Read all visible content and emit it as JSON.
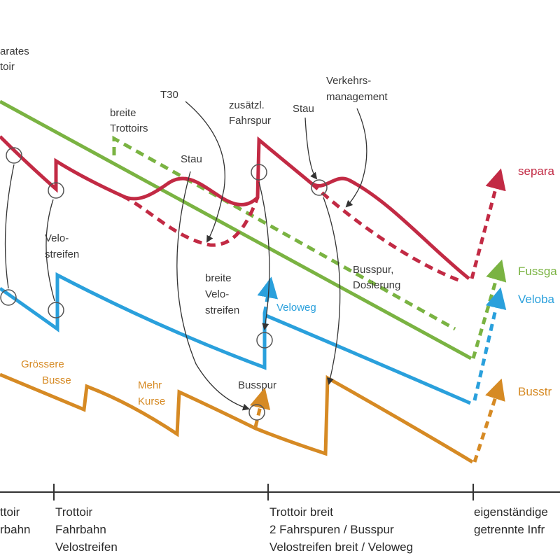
{
  "colors": {
    "separate": "#c22a44",
    "fuss": "#7ab342",
    "velo": "#2aa0dc",
    "bus": "#d68a24",
    "text": "#3a3a3a",
    "arrow": "#333333"
  },
  "mode_labels": {
    "separate": "separa",
    "fuss": "Fussga",
    "velo": "Veloba",
    "bus": "Busstr"
  },
  "annotations": {
    "separates_trottoir_1": "arates",
    "separates_trottoir_2": "toir",
    "breite_trottoirs_1": "breite",
    "breite_trottoirs_2": "Trottoirs",
    "t30": "T30",
    "stau_1": "Stau",
    "zusaetzl_1": "zusätzl.",
    "zusaetzl_2": "Fahrspur",
    "stau_2": "Stau",
    "verkehrs_1": "Verkehrs-",
    "verkehrs_2": "management",
    "velostreifen_1": "Velo-",
    "velostreifen_2": "streifen",
    "breite_velo_1": "breite",
    "breite_velo_2": "Velo-",
    "breite_velo_3": "streifen",
    "veloweg": "Veloweg",
    "busspur_dos_1": "Busspur,",
    "busspur_dos_2": "Dosierung",
    "groessere_1": "Grössere",
    "groessere_2": "Busse",
    "mehr_1": "Mehr",
    "mehr_2": "Kurse",
    "busspur": "Busspur"
  },
  "axis": {
    "stage_1": [
      "ttoir",
      "rbahn"
    ],
    "stage_2": [
      "Trottoir",
      "Fahrbahn",
      "Velostreifen"
    ],
    "stage_3": [
      "Trottoir breit",
      "2 Fahrspuren / Busspur",
      "Velostreifen breit / Veloweg"
    ],
    "stage_4": [
      "eigenständige",
      "getrennte Infr"
    ]
  }
}
